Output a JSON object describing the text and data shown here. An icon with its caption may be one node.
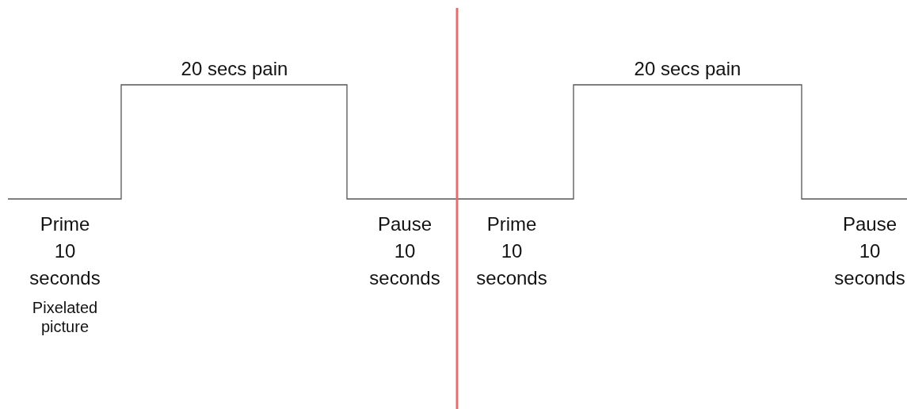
{
  "diagram": {
    "labels": [
      "20 secs pain",
      "20 secs pain",
      "Prime 10 seconds",
      "Pixelated picture",
      "Pause 10 seconds",
      "Prime 10 seconds",
      "Pause 10 seconds"
    ]
  }
}
